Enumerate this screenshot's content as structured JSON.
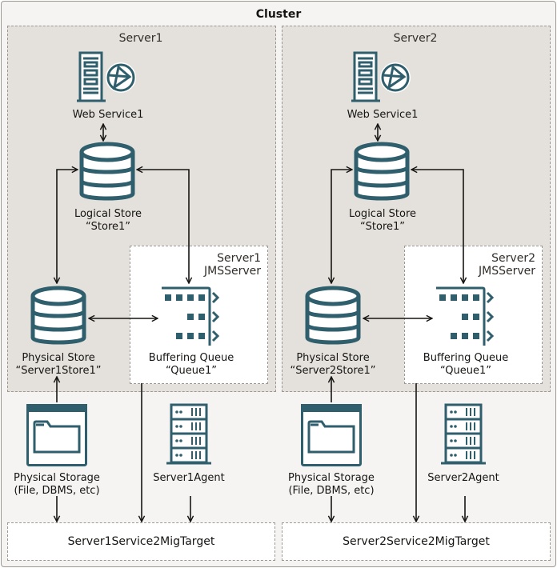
{
  "cluster": {
    "title": "Cluster"
  },
  "colors": {
    "icon": "#2f5e6c",
    "server_bg": "#e4e1dc",
    "cluster_bg": "#f5f4f2",
    "arrow": "#161513"
  },
  "servers": [
    {
      "name": "Server1",
      "web_service": "Web Service1",
      "logical_store": {
        "line1": "Logical Store",
        "line2": "“Store1”"
      },
      "jms_server": {
        "line1": "Server1",
        "line2": "JMSServer"
      },
      "physical_store": {
        "line1": "Physical Store",
        "line2": "“Server1Store1”"
      },
      "buffering_queue": {
        "line1": "Buffering Queue",
        "line2": "“Queue1”"
      },
      "physical_storage": {
        "line1": "Physical Storage",
        "line2": "(File, DBMS, etc)"
      },
      "agent": "Server1Agent",
      "migration_target": "Server1Service2MigTarget"
    },
    {
      "name": "Server2",
      "web_service": "Web Service1",
      "logical_store": {
        "line1": "Logical Store",
        "line2": "“Store1”"
      },
      "jms_server": {
        "line1": "Server2",
        "line2": "JMSServer"
      },
      "physical_store": {
        "line1": "Physical Store",
        "line2": "“Server2Store1”"
      },
      "buffering_queue": {
        "line1": "Buffering Queue",
        "line2": "“Queue1”"
      },
      "physical_storage": {
        "line1": "Physical Storage",
        "line2": "(File, DBMS, etc)"
      },
      "agent": "Server2Agent",
      "migration_target": "Server2Service2MigTarget"
    }
  ],
  "icons": {
    "web_service": "web-server-globe-icon",
    "store": "database-icon",
    "queue": "queue-icon",
    "storage": "folder-window-icon",
    "agent": "server-rack-icon"
  }
}
